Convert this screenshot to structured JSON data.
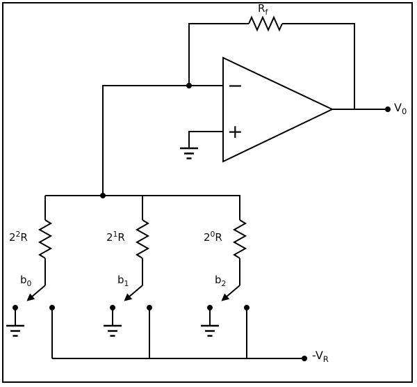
{
  "opamp": {
    "minus_sign": "−",
    "plus_sign": "+"
  },
  "labels": {
    "feedback_resistor": {
      "base": "R",
      "sub": "f"
    },
    "output_node": {
      "base": "V",
      "sub": "0"
    },
    "reference_node": {
      "base": "-V",
      "sub": "R"
    }
  },
  "branches": [
    {
      "resistor_label": {
        "coeff": "2",
        "exp": "2",
        "unit": "R"
      },
      "bit_label": {
        "base": "b",
        "sub": "0"
      }
    },
    {
      "resistor_label": {
        "coeff": "2",
        "exp": "1",
        "unit": "R"
      },
      "bit_label": {
        "base": "b",
        "sub": "1"
      }
    },
    {
      "resistor_label": {
        "coeff": "2",
        "exp": "0",
        "unit": "R"
      },
      "bit_label": {
        "base": "b",
        "sub": "2"
      }
    }
  ],
  "colors": {
    "stroke": "#000000",
    "background": "#ffffff",
    "border": "#000000"
  }
}
